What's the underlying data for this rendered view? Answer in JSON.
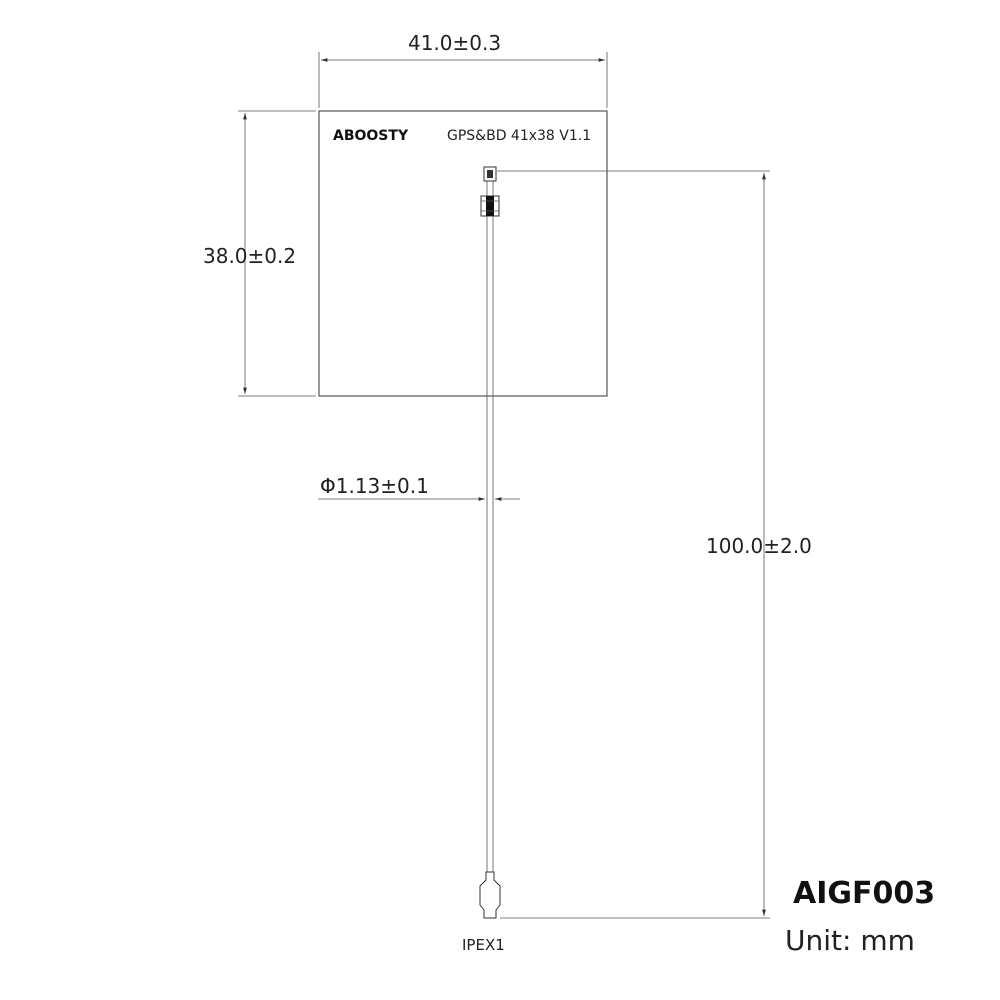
{
  "antenna": {
    "brand": "ABOOSTY",
    "label": "GPS&BD 41x38 V1.1"
  },
  "dimensions": {
    "width": "41.0±0.3",
    "height": "38.0±0.2",
    "cable_diameter": "Φ1.13±0.1",
    "cable_length": "100.0±2.0"
  },
  "connector": {
    "label": "IPEX1"
  },
  "model": "AIGF003",
  "unit_text": "Unit: mm"
}
